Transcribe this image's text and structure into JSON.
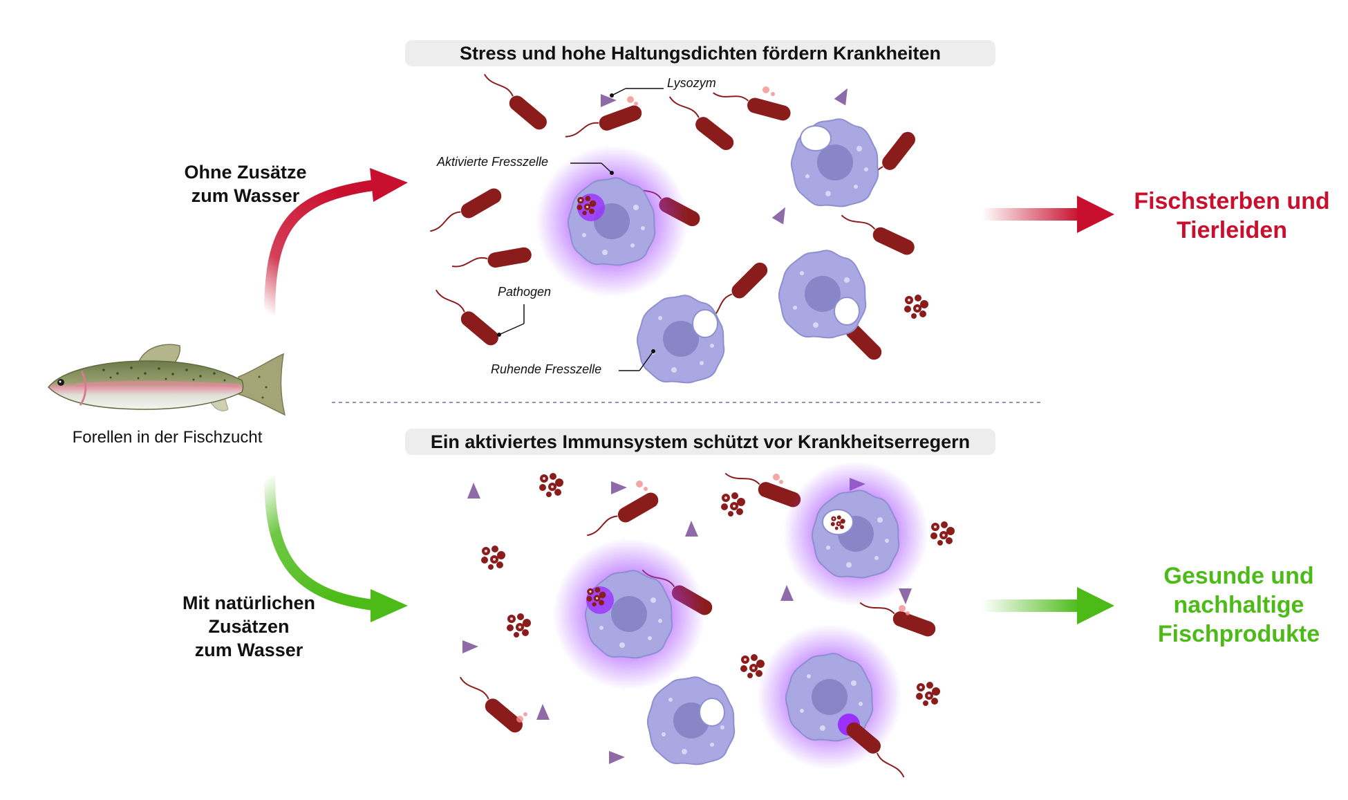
{
  "colors": {
    "red_accent": "#c8102e",
    "green_accent": "#4cbb17",
    "bacteria": "#8b1c1c",
    "cell_fill": "#a9a8e3",
    "nucleus": "#8886c6",
    "lysozyme": "#8e6aa8",
    "glow": "#9b30ff",
    "title_bg": "#ededed"
  },
  "top": {
    "title": "Stress und hohe Haltungsdichten fördern Krankheiten",
    "labels": {
      "lysozym": "Lysozym",
      "aktivierte": "Aktivierte Fresszelle",
      "pathogen": "Pathogen",
      "ruhende": "Ruhende Fresszelle"
    }
  },
  "bottom": {
    "title": "Ein aktiviertes Immunsystem schützt vor Krankheitserregern"
  },
  "left": {
    "upper_label": [
      "Ohne Zusätze",
      "zum Wasser"
    ],
    "lower_label": [
      "Mit natürlichen",
      "Zusätzen",
      "zum Wasser"
    ],
    "fish_caption": "Forellen in der Fischzucht"
  },
  "outcomes": {
    "bad": [
      "Fischsterben und",
      "Tierleiden"
    ],
    "good": [
      "Gesunde und",
      "nachhaltige",
      "Fischprodukte"
    ]
  },
  "icons": {
    "fish": "trout-icon",
    "bacterium": "rod-bacterium-icon",
    "phagocyte": "macrophage-icon",
    "lysozyme": "triangle-lysozyme-icon",
    "debris": "bacterial-debris-icon"
  }
}
